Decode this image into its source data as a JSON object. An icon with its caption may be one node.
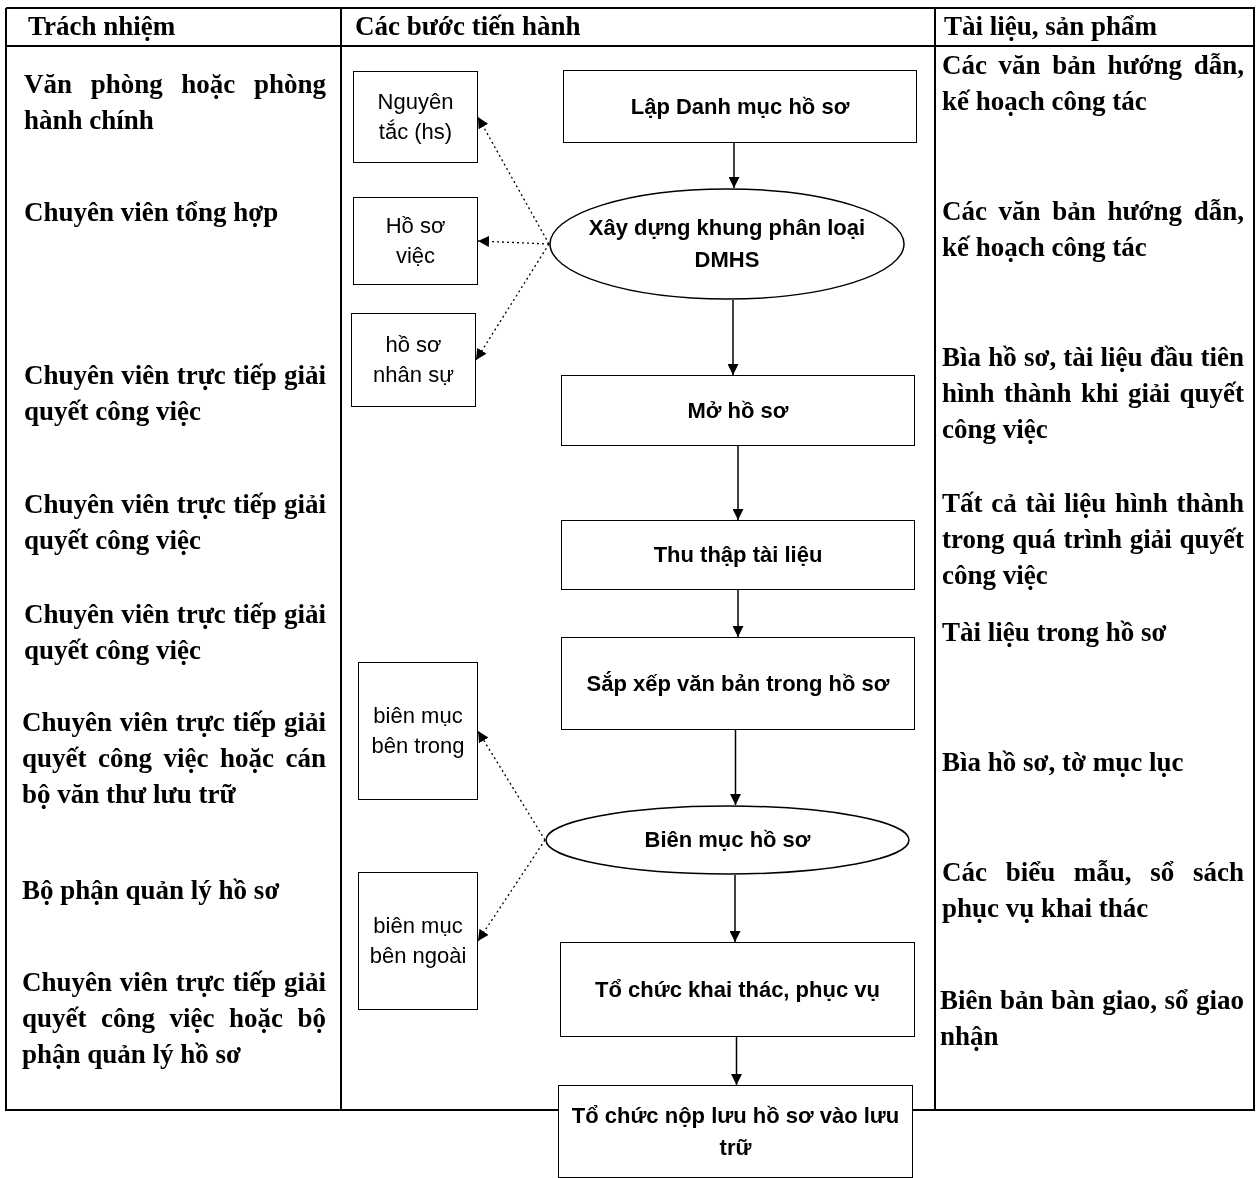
{
  "diagram": {
    "nodes": [
      {
        "text": [
          "Lập Danh mục hồ sơ"
        ]
      },
      {
        "text": [
          "Xây dựng khung phân loại DMHS"
        ]
      },
      {
        "text": [
          "Mở hồ sơ"
        ]
      },
      {
        "text": [
          "Thu thập tài liệu"
        ]
      },
      {
        "text": [
          "Sắp xếp văn bản trong hồ sơ"
        ]
      },
      {
        "text": [
          "Biên mục hồ sơ"
        ]
      },
      {
        "text": [
          "Tổ chức khai thác, phục vụ"
        ]
      },
      {
        "text": [
          "Tổ chức nộp lưu hồ sơ vào lưu trữ"
        ]
      },
      {
        "text": [
          "Nguyên tắc (hs)"
        ]
      },
      {
        "text": [
          "Hồ sơ việc"
        ]
      },
      {
        "text": [
          "hồ sơ nhân sự"
        ]
      },
      {
        "text": [
          "biên mục bên trong"
        ]
      },
      {
        "text": [
          "biên mục bên ngoài"
        ]
      }
    ],
    "edges": [
      {
        "from": 0,
        "to": 1,
        "arrow": "to"
      },
      {
        "from": 1,
        "to": 2,
        "arrow": "to"
      },
      {
        "from": 2,
        "to": 3,
        "arrow": "to"
      },
      {
        "from": 3,
        "to": 4,
        "arrow": "to"
      },
      {
        "from": 4,
        "to": 5,
        "arrow": "to"
      },
      {
        "from": 5,
        "to": 6,
        "arrow": "to"
      },
      {
        "from": 6,
        "to": 7,
        "arrow": "to"
      },
      {
        "from": 1,
        "to": 8,
        "arrow": "to",
        "style": "dashed"
      },
      {
        "from": 1,
        "to": 9,
        "arrow": "to",
        "style": "dashed"
      },
      {
        "from": 1,
        "to": 10,
        "arrow": "to",
        "style": "dashed"
      },
      {
        "from": 5,
        "to": 11,
        "arrow": "to",
        "style": "dashed"
      },
      {
        "from": 5,
        "to": 12,
        "arrow": "to",
        "style": "dashed"
      }
    ],
    "labels": [
      "Trách nhiệm",
      "Các bước tiến hành",
      "Tài liệu, sản phẩm",
      "Văn phòng hoặc phòng hành chính",
      "Các văn bản hướng dẫn, kế hoạch công tác",
      "Chuyên viên tổng hợp",
      "Các văn bản hướng dẫn, kế hoạch công tác",
      "Chuyên viên trực tiếp giải quyết công việc",
      "Bìa hồ sơ, tài liệu đầu tiên hình thành khi giải quyết công việc",
      "Chuyên viên trực tiếp giải quyết công việc",
      "Tất cả tài liệu hình thành trong quá trình giải quyết công việc",
      "Chuyên viên trực tiếp giải quyết công việc",
      "Tài liệu trong hồ sơ",
      "Chuyên viên trực tiếp giải quyết công việc hoặc cán bộ văn thư lưu trữ",
      "Bìa hồ sơ, tờ mục lục",
      "Bộ phận quản lý hồ sơ",
      "Các biểu mẫu, sổ sách phục vụ khai thác",
      "Chuyên viên trực tiếp giải quyết công việc hoặc bộ phận quản lý hồ sơ",
      "Biên bản bàn giao, sổ giao nhận"
    ]
  }
}
